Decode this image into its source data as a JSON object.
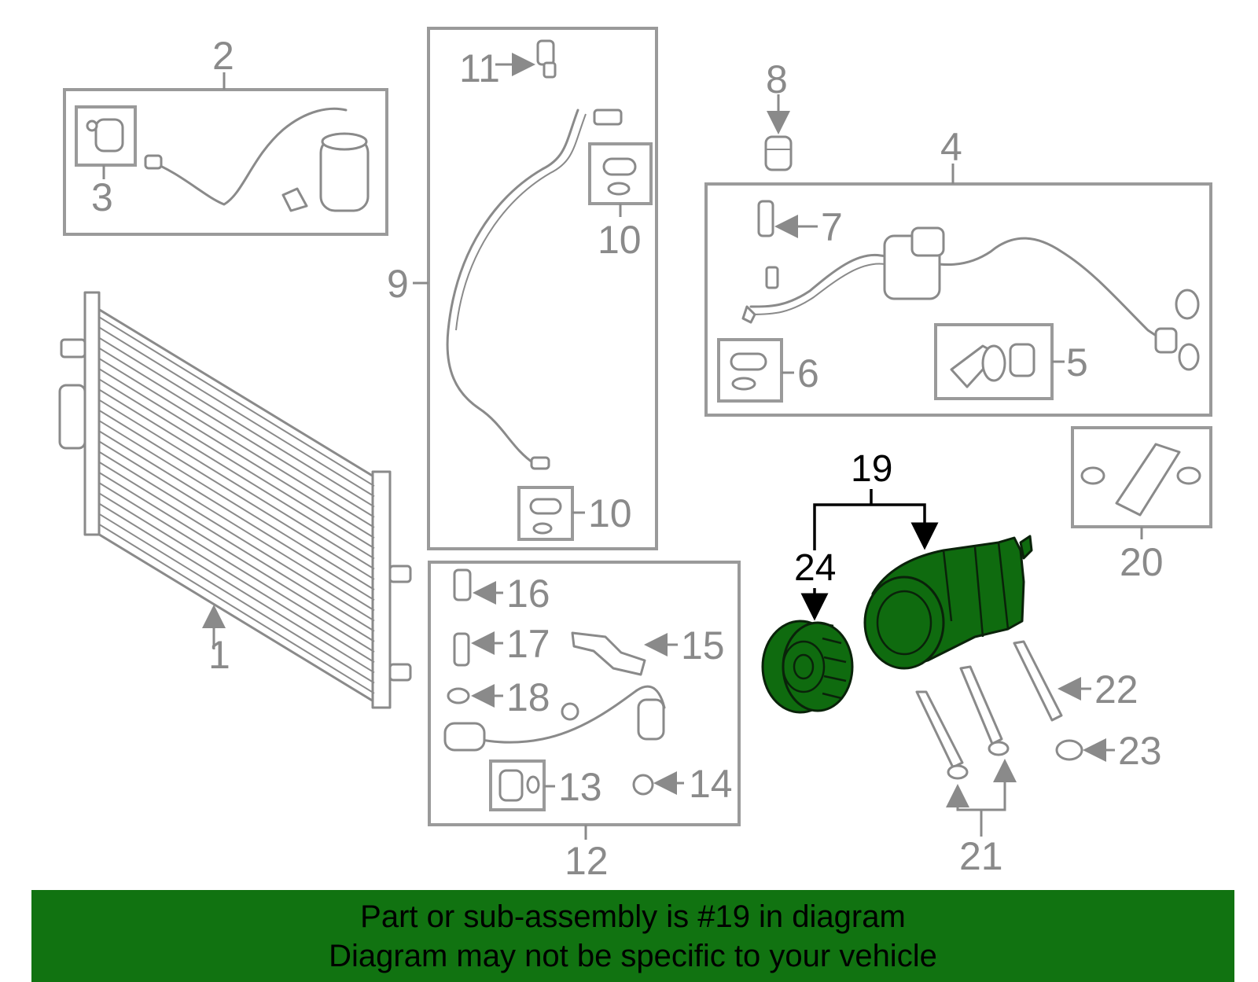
{
  "colors": {
    "highlight": "#0f6b0f",
    "banner": "#117311",
    "line_gray": "#8a8a8a"
  },
  "callouts": {
    "c1": "1",
    "c2": "2",
    "c3": "3",
    "c4": "4",
    "c5": "5",
    "c6": "6",
    "c7": "7",
    "c8": "8",
    "c9": "9",
    "c10a": "10",
    "c10b": "10",
    "c11": "11",
    "c12": "12",
    "c13": "13",
    "c14": "14",
    "c15": "15",
    "c16": "16",
    "c17": "17",
    "c18": "18",
    "c19": "19",
    "c20": "20",
    "c21": "21",
    "c22": "22",
    "c23": "23",
    "c24": "24"
  },
  "banner": {
    "line1": "Part or sub-assembly is #19 in diagram",
    "line2": "Diagram may not be specific to your vehicle"
  }
}
